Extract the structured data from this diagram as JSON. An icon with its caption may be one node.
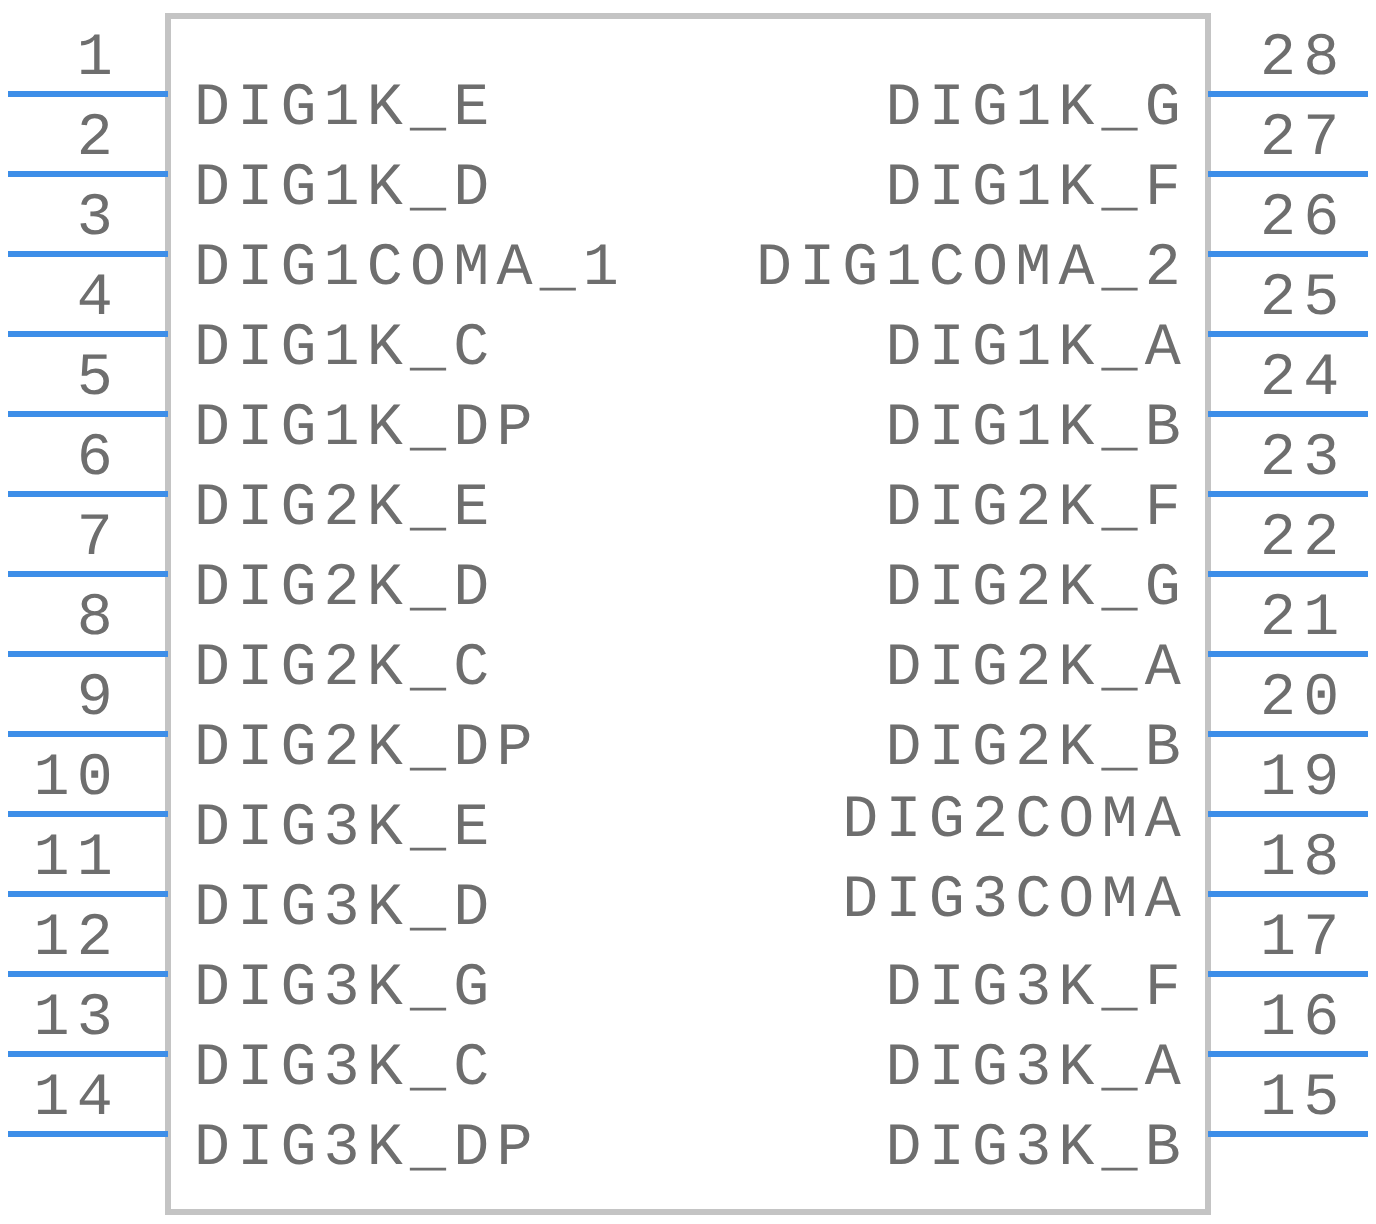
{
  "diagram": {
    "labels": [
      "1",
      "28",
      "DIG1K_E",
      "DIG1K_G",
      "2",
      "27",
      "DIG1K_D",
      "DIG1K_F",
      "3",
      "26",
      "DIG1COMA_1",
      "DIG1COMA_2",
      "4",
      "25",
      "DIG1K_C",
      "DIG1K_A",
      "5",
      "24",
      "DIG1K_DP",
      "DIG1K_B",
      "6",
      "23",
      "DIG2K_E",
      "DIG2K_F",
      "7",
      "22",
      "DIG2K_D",
      "DIG2K_G",
      "8",
      "21",
      "DIG2K_C",
      "DIG2K_A",
      "9",
      "20",
      "DIG2K_DP",
      "DIG2K_B",
      "10",
      "19",
      "DIG3K_E",
      "DIG2COMA",
      "11",
      "18",
      "DIG3K_D",
      "DIG3COMA",
      "12",
      "17",
      "DIG3K_G",
      "DIG3K_F",
      "13",
      "16",
      "DIG3K_C",
      "DIG3K_A",
      "14",
      "15",
      "DIG3K_DP",
      "DIG3K_B"
    ]
  }
}
